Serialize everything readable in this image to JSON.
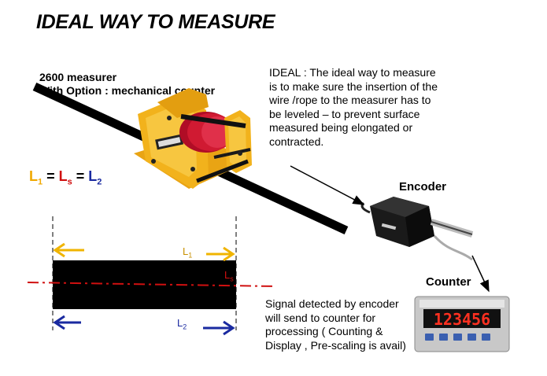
{
  "title": "IDEAL WAY TO MEASURE",
  "measurer_label": {
    "line1": "2600 measurer",
    "line2": "With Option :  mechanical counter"
  },
  "ideal_text": "IDEAL :  The ideal way to measure  is to make sure the insertion of the wire /rope to the measurer  has to be leveled – to prevent surface measured being elongated or contracted.",
  "encoder_label": "Encoder",
  "counter_label": "Counter",
  "signal_text": "Signal detected by encoder  will send to counter  for processing ( Counting & Display , Pre-scaling is avail)",
  "equation": {
    "l1": "L",
    "l1_sub": "1",
    "eq1": " = ",
    "ls": "L",
    "ls_sub": "s",
    "eq2": " = ",
    "l2": "L",
    "l2_sub": "2"
  },
  "diagram_labels": {
    "l1": "L",
    "l1_sub": "1",
    "ls": "L",
    "ls_sub": "s",
    "l2": "L",
    "l2_sub": "2"
  },
  "counter_display": "123456",
  "colors": {
    "yellow": "#f0b400",
    "red": "#d01010",
    "blue": "#1a2aa0",
    "machine_yellow": "#f2b21c",
    "machine_red": "#c8102e"
  }
}
